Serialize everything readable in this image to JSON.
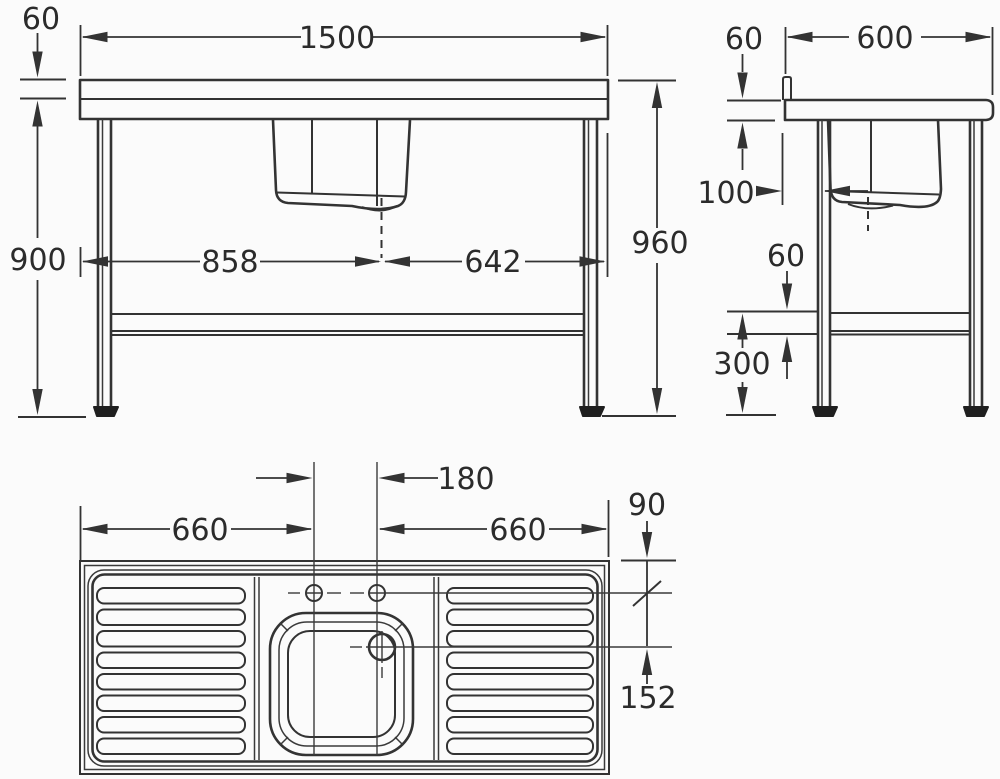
{
  "colors": {
    "line": "#333333",
    "text": "#2b2b2b",
    "background": "#fbfbfb",
    "foot_fill": "#1f1f1f"
  },
  "front_view": {
    "upstand_height": "60",
    "overall_width": "1500",
    "height_under_top": "900",
    "waste_from_left": "858",
    "waste_from_right": "642",
    "overall_height": "960"
  },
  "side_view": {
    "worktop_thickness": "60",
    "overall_depth": "600",
    "bowl_setback": "100",
    "rail_section": "60",
    "rail_height": "300"
  },
  "plan_view": {
    "left_drainer_width": "660",
    "tap_hole_centres": "180",
    "right_drainer_width": "660",
    "tap_setback": "90",
    "taps_to_waste": "152"
  }
}
